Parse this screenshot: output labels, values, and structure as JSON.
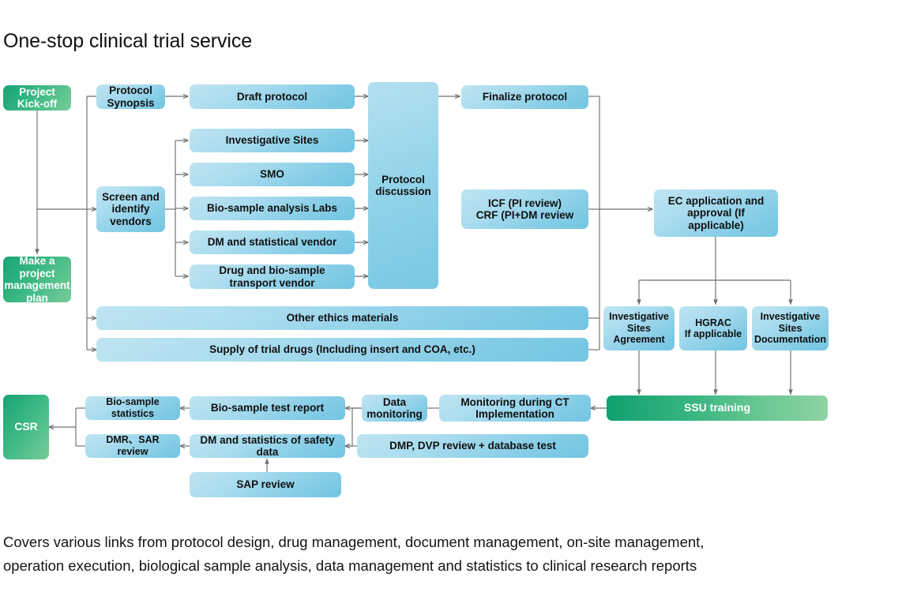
{
  "page": {
    "title": "One-stop clinical trial service",
    "caption_line1": "Covers various links from protocol design, drug management, document management, on-site management,",
    "caption_line2": "operation execution, biological sample analysis, data management and statistics to clinical research reports"
  },
  "colors": {
    "green_dark": "#11a06f",
    "green_light": "#8fd3a3",
    "blue_light": "#bfe4f0",
    "blue_dark": "#72c5e2",
    "connector": "#6f6f6f",
    "text_dark": "#121212",
    "text_light": "#ffffff"
  },
  "nodes": {
    "project_kickoff": "Project\nKick-off",
    "project_kickoff_l1": "Project",
    "project_kickoff_l2": "Kick-off",
    "make_plan_l1": "Make a project",
    "make_plan_l2": "management",
    "make_plan_l3": "plan",
    "protocol_synopsis_l1": "Protocol",
    "protocol_synopsis_l2": "Synopsis",
    "draft_protocol": "Draft protocol",
    "screen_vendors_l1": "Screen and",
    "screen_vendors_l2": "identify",
    "screen_vendors_l3": "vendors",
    "investigative_sites": "Investigative Sites",
    "smo": "SMO",
    "biosample_labs": "Bio-sample analysis Labs",
    "dm_stat_vendor": "DM and statistical vendor",
    "drug_transport_l1": "Drug and bio-sample",
    "drug_transport_l2": "transport vendor",
    "protocol_discussion_l1": "Protocol",
    "protocol_discussion_l2": "discussion",
    "finalize_protocol": "Finalize protocol",
    "icf_crf_l1": "ICF (PI review)",
    "icf_crf_l2": "CRF (PI+DM review",
    "ec_application_l1": "EC application and",
    "ec_application_l2": "approval (If applicable)",
    "other_ethics": "Other ethics materials",
    "supply_drugs": "Supply of trial drugs (Including insert and COA, etc.)",
    "sites_agreement_l1": "Investigative",
    "sites_agreement_l2": "Sites",
    "sites_agreement_l3": "Agreement",
    "hgrac_l1": "HGRAC",
    "hgrac_l2": "If applicable",
    "sites_doc_l1": "Investigative",
    "sites_doc_l2": "Sites",
    "sites_doc_l3": "Documentation",
    "ssu_training": "SSU training",
    "csr": "CSR",
    "biosample_statistics": "Bio-sample statistics",
    "biosample_test_report": "Bio-sample test report",
    "data_monitoring_l1": "Data",
    "data_monitoring_l2": "monitoring",
    "monitoring_ct_l1": "Monitoring during CT",
    "monitoring_ct_l2": "Implementation",
    "dmr_sar_review": "DMR、SAR review",
    "dm_safety_data": "DM and statistics of safety data",
    "dmp_dvp_review": "DMP, DVP review + database test",
    "sap_review": "SAP review"
  }
}
